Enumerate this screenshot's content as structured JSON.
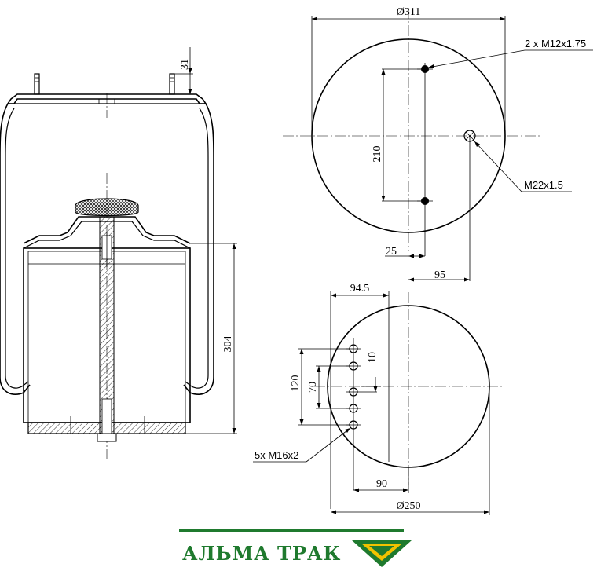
{
  "dimensions": {
    "top_stud_height": "31",
    "body_height": "304",
    "top_plate_diameter": "Ø311",
    "top_thread_spec": "2 x M12x1.75",
    "top_bolt_spacing": "210",
    "top_bolt_offset": "25",
    "air_inlet_thread": "M22x1.5",
    "air_inlet_offset": "95",
    "bottom_offset": "94.5",
    "bottom_spacing_outer": "120",
    "bottom_spacing_inner": "70",
    "bottom_spacing_small": "10",
    "bottom_thread_spec": "5x M16x2",
    "bottom_center_offset": "90",
    "bottom_diameter": "Ø250"
  },
  "brand": {
    "name": "АЛЬМА ТРАК",
    "accent_green": "#1f7a2e",
    "accent_yellow": "#f2c200"
  }
}
